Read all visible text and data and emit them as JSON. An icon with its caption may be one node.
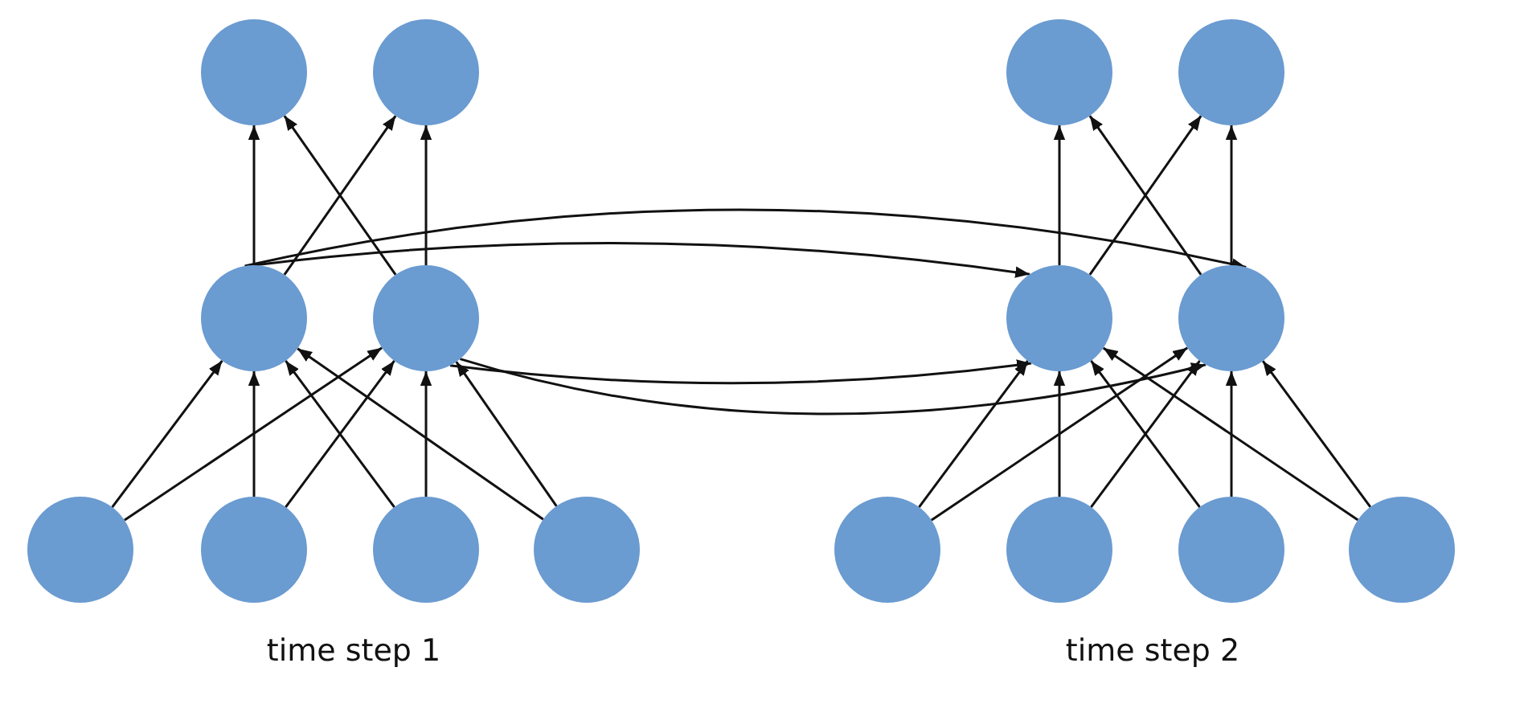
{
  "diagram": {
    "nodes": [
      {
        "text": [],
        "shape": "circle"
      },
      {
        "text": [],
        "shape": "circle"
      },
      {
        "text": [],
        "shape": "circle"
      },
      {
        "text": [],
        "shape": "circle"
      },
      {
        "text": [],
        "shape": "circle"
      },
      {
        "text": [],
        "shape": "circle"
      },
      {
        "text": [],
        "shape": "circle"
      },
      {
        "text": [],
        "shape": "circle"
      },
      {
        "text": [],
        "shape": "circle"
      },
      {
        "text": [],
        "shape": "circle"
      },
      {
        "text": [],
        "shape": "circle"
      },
      {
        "text": [],
        "shape": "circle"
      },
      {
        "text": [],
        "shape": "circle"
      },
      {
        "text": [],
        "shape": "circle"
      },
      {
        "text": [],
        "shape": "circle"
      },
      {
        "text": [],
        "shape": "circle"
      }
    ],
    "edges": [
      {
        "from": 8,
        "to": 4,
        "arrow": "to"
      },
      {
        "from": 8,
        "to": 5,
        "arrow": "to"
      },
      {
        "from": 9,
        "to": 4,
        "arrow": "to"
      },
      {
        "from": 9,
        "to": 5,
        "arrow": "to"
      },
      {
        "from": 10,
        "to": 4,
        "arrow": "to"
      },
      {
        "from": 10,
        "to": 5,
        "arrow": "to"
      },
      {
        "from": 11,
        "to": 4,
        "arrow": "to"
      },
      {
        "from": 11,
        "to": 5,
        "arrow": "to"
      },
      {
        "from": 4,
        "to": 0,
        "arrow": "to"
      },
      {
        "from": 4,
        "to": 1,
        "arrow": "to"
      },
      {
        "from": 5,
        "to": 0,
        "arrow": "to"
      },
      {
        "from": 5,
        "to": 1,
        "arrow": "to"
      },
      {
        "from": 4,
        "to": 6,
        "arrow": "to"
      },
      {
        "from": 4,
        "to": 7,
        "arrow": "to"
      },
      {
        "from": 5,
        "to": 6,
        "arrow": "to"
      },
      {
        "from": 5,
        "to": 7,
        "arrow": "to"
      },
      {
        "from": 12,
        "to": 6,
        "arrow": "to"
      },
      {
        "from": 12,
        "to": 7,
        "arrow": "to"
      },
      {
        "from": 13,
        "to": 6,
        "arrow": "to"
      },
      {
        "from": 13,
        "to": 7,
        "arrow": "to"
      },
      {
        "from": 14,
        "to": 6,
        "arrow": "to"
      },
      {
        "from": 14,
        "to": 7,
        "arrow": "to"
      },
      {
        "from": 15,
        "to": 6,
        "arrow": "to"
      },
      {
        "from": 15,
        "to": 7,
        "arrow": "to"
      },
      {
        "from": 6,
        "to": 2,
        "arrow": "to"
      },
      {
        "from": 6,
        "to": 3,
        "arrow": "to"
      },
      {
        "from": 7,
        "to": 2,
        "arrow": "to"
      },
      {
        "from": 7,
        "to": 3,
        "arrow": "to"
      }
    ],
    "labels": [
      "time step 1",
      "time step 2"
    ]
  }
}
